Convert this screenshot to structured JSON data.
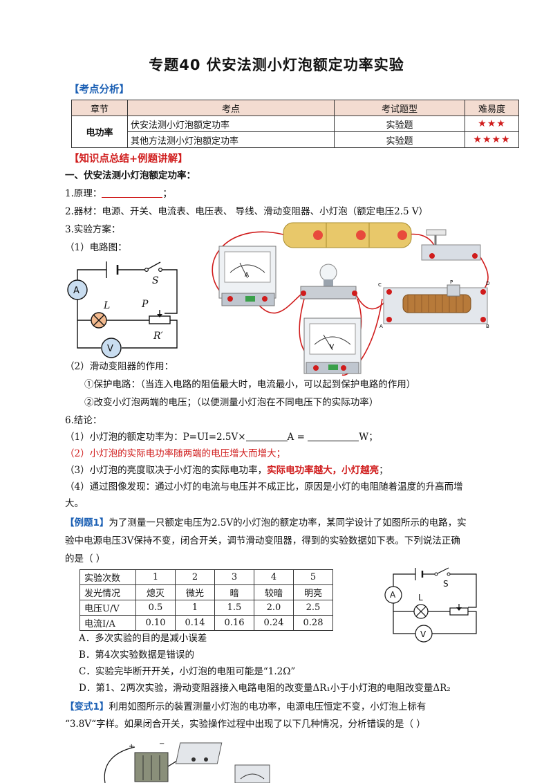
{
  "title": "专题40  伏安法测小灯泡额定功率实验",
  "sec_analysis": "【考点分析】",
  "ktable": {
    "headers": [
      "章节",
      "考点",
      "考试题型",
      "难易度"
    ],
    "chapter": "电功率",
    "rows": [
      {
        "point": "伏安法测小灯泡额定功率",
        "type": "实验题",
        "stars": "★★★"
      },
      {
        "point": "其他方法测小灯泡额定功率",
        "type": "实验题",
        "stars": "★★★★"
      }
    ]
  },
  "sec_summary": "【知识点总结+例题讲解】",
  "part1": "一、伏安法测小灯泡额定功率：",
  "l_principle_a": "1.原理：",
  "l_principle_b": "；",
  "l_equipment": "2.器材：电源、开关、电流表、电压表、 导线、滑动变阻器、小灯泡（额定电压2.5 V）",
  "l_plan": "3.实验方案：",
  "l_circuit": "（1）电路图：",
  "circuit_labels": {
    "ammeter": "A",
    "switch": "S",
    "lamp": "L",
    "slider": "P",
    "rheostat": "R′",
    "voltmeter": "V"
  },
  "l_rheostat_role": "（2）滑动变阻器的作用：",
  "l_role1": "①保护电路：（当连入电路的阻值最大时，电流最小，可以起到保护电路的作用）",
  "l_role2": "②改变小灯泡两端的电压；（以便测量小灯泡在不同电压下的实际功率）",
  "l_conclusion": "6.结论：",
  "c1_a": "（1）小灯泡的额定功率为：P=UI=2.5V×",
  "c1_b": "A =",
  "c1_c": "W；",
  "c2": "（2）小灯泡的实际电功率随两端的电压增大而增大；",
  "c3_a": "（3）小灯泡的亮度取决于小灯泡的实际电功率，",
  "c3_b": "实际电功率越大，小灯越亮",
  "c3_c": "；",
  "c4_1": "（4）通过图像发现：通过小灯的电流与电压并不成正比，原因是小灯的电阻随着温度的升高而增",
  "c4_2": "大。",
  "ex1_tag": "【例题1】",
  "ex1_1": "为了测量一只额定电压为2.5V的小灯泡的额定功率，某同学设计了如图所示的电路，实",
  "ex1_2": "验中电源电压3V保持不变，闭合开关，调节滑动变阻器，得到的实验数据如下表。下列说法正确",
  "ex1_3": "的是（      ）",
  "dtable": {
    "rows": [
      [
        "实验次数",
        "1",
        "2",
        "3",
        "4",
        "5"
      ],
      [
        "发光情况",
        "熄灭",
        "微光",
        "暗",
        "较暗",
        "明亮"
      ],
      [
        "电压U/V",
        "0.5",
        "1",
        "1.5",
        "2.0",
        "2.5"
      ],
      [
        "电流I/A",
        "0.10",
        "0.14",
        "0.16",
        "0.24",
        "0.28"
      ]
    ]
  },
  "circuit2_labels": {
    "ammeter": "A",
    "switch": "S",
    "lamp": "L",
    "voltmeter": "V"
  },
  "opt_a": "A．多次实验的目的是减小误差",
  "opt_b": "B．第4次实验数据是错误的",
  "opt_c": "C．实验完毕断开开关，小灯泡的电阻可能是“1.2Ω”",
  "opt_d": "D．第1、2两次实验，滑动变阻器接入电路电阻的改变量ΔR₁小于小灯泡的电阻改变量ΔR₂",
  "var1_tag": "【变式1】",
  "var1_1": "利用如图所示的装置测量小灯泡的电功率，电源电压恒定不变，小灯泡上标有",
  "var1_2": "“3.8V“字样。如果闭合开关，实验操作过程中出现了以下几种情况，分析错误的是（      ）",
  "photo_labels": {
    "rheostat_c": "C",
    "rheostat_d": "D",
    "rheostat_p": "P",
    "rheostat_a": "A",
    "rheostat_b": "B",
    "ammeter": "A",
    "voltmeter": "V"
  },
  "colors": {
    "accent_blue": "#1a5fb4",
    "accent_red": "#d01c1c",
    "header_fill": "#f3dcd1"
  }
}
